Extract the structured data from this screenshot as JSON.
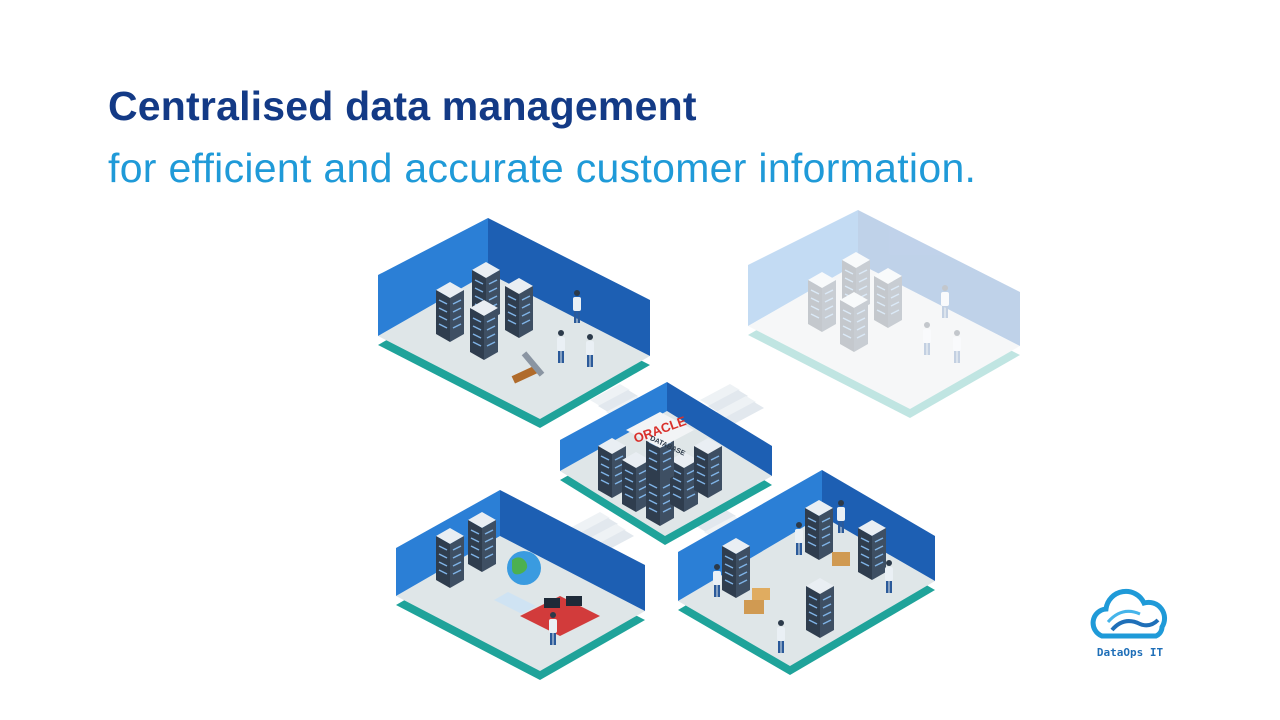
{
  "headline": {
    "line1": "Centralised data management",
    "line2": "for efficient and accurate customer information."
  },
  "illustration": {
    "db_brand": "ORACLE",
    "db_sub": "DATABASE"
  },
  "logo": {
    "name": "DataOps IT",
    "icon": "cloud-icon"
  },
  "colors": {
    "title_dark": "#133a86",
    "title_light": "#1f9ad8",
    "wall_blue": "#2b7fd6",
    "floor_teal": "#1fa39a",
    "oracle_red": "#d9302b"
  }
}
